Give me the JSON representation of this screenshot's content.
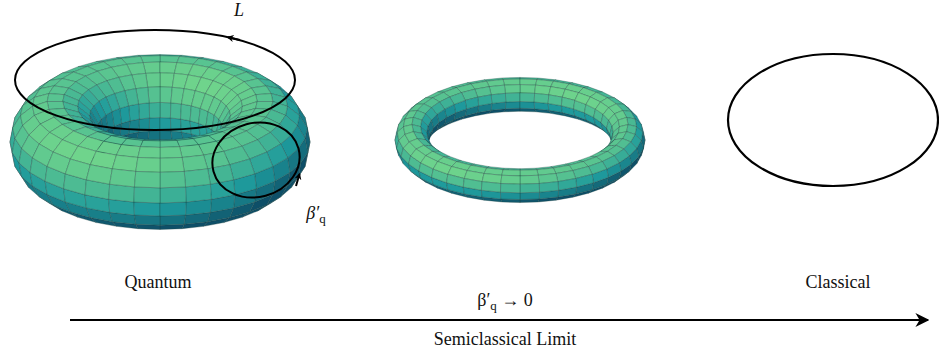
{
  "diagram": {
    "labels": [
      "L",
      "β′q",
      "Quantum",
      "Classical",
      "β′q → 0",
      "Semiclassical Limit"
    ]
  }
}
